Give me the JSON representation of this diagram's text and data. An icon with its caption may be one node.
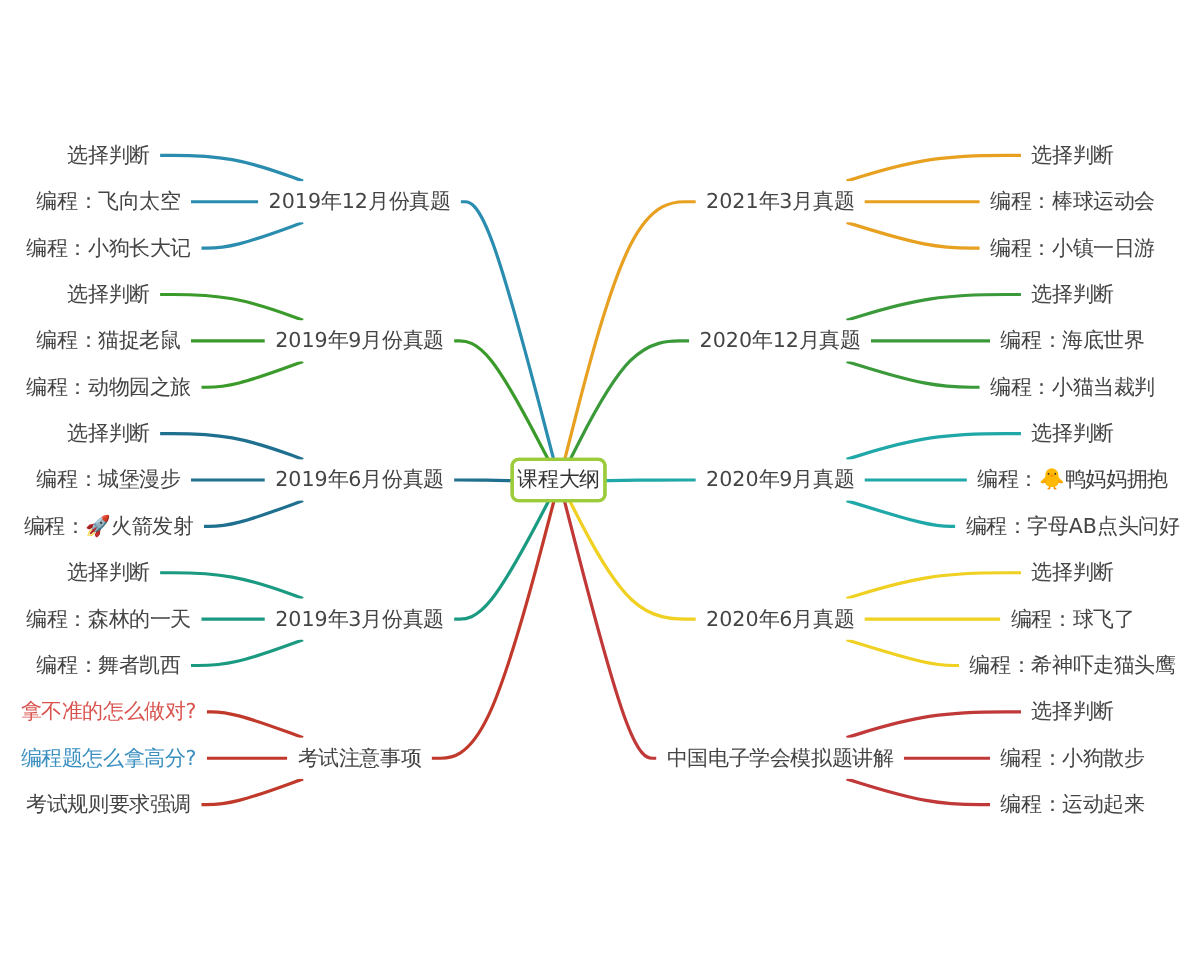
{
  "diagram": {
    "nodes": [
      {
        "text": [
          "课程大纲"
        ]
      },
      {
        "text": [
          "2019年12月份真题"
        ]
      },
      {
        "text": [
          "选择判断"
        ]
      },
      {
        "text": [
          "编程：飞向太空"
        ]
      },
      {
        "text": [
          "编程：小狗长大记"
        ]
      },
      {
        "text": [
          "2019年9月份真题"
        ]
      },
      {
        "text": [
          "选择判断"
        ]
      },
      {
        "text": [
          "编程：猫捉老鼠"
        ]
      },
      {
        "text": [
          "编程：动物园之旅"
        ]
      },
      {
        "text": [
          "2019年6月份真题"
        ]
      },
      {
        "text": [
          "选择判断"
        ]
      },
      {
        "text": [
          "编程：城堡漫步"
        ]
      },
      {
        "text": [
          "编程：🚀火箭发射"
        ]
      },
      {
        "text": [
          "2019年3月份真题"
        ]
      },
      {
        "text": [
          "选择判断"
        ]
      },
      {
        "text": [
          "编程：森林的一天"
        ]
      },
      {
        "text": [
          "编程：舞者凯西"
        ]
      },
      {
        "text": [
          "考试注意事项"
        ]
      },
      {
        "text": [
          "拿不准的怎么做对?"
        ]
      },
      {
        "text": [
          "编程题怎么拿高分?"
        ]
      },
      {
        "text": [
          "考试规则要求强调"
        ]
      },
      {
        "text": [
          "2021年3月真题"
        ]
      },
      {
        "text": [
          "选择判断"
        ]
      },
      {
        "text": [
          "编程：棒球运动会"
        ]
      },
      {
        "text": [
          "编程：小镇一日游"
        ]
      },
      {
        "text": [
          "2020年12月真题"
        ]
      },
      {
        "text": [
          "选择判断"
        ]
      },
      {
        "text": [
          "编程：海底世界"
        ]
      },
      {
        "text": [
          "编程：小猫当裁判"
        ]
      },
      {
        "text": [
          "2020年9月真题"
        ]
      },
      {
        "text": [
          "选择判断"
        ]
      },
      {
        "text": [
          "编程：🐥鸭妈妈拥抱"
        ]
      },
      {
        "text": [
          "编程：字母AB点头问好"
        ]
      },
      {
        "text": [
          "2020年6月真题"
        ]
      },
      {
        "text": [
          "选择判断"
        ]
      },
      {
        "text": [
          "编程：球飞了"
        ]
      },
      {
        "text": [
          "编程：希神吓走猫头鹰"
        ]
      },
      {
        "text": [
          "中国电子学会模拟题讲解"
        ]
      },
      {
        "text": [
          "选择判断"
        ]
      },
      {
        "text": [
          "编程：小狗散步"
        ]
      },
      {
        "text": [
          "编程：运动起来"
        ]
      }
    ],
    "edges": [
      {
        "from": 0,
        "to": 1,
        "arrow": "none",
        "color": "#2a8db0"
      },
      {
        "from": 1,
        "to": 2,
        "arrow": "none",
        "color": "#2a8db0"
      },
      {
        "from": 1,
        "to": 3,
        "arrow": "none",
        "color": "#2a8db0"
      },
      {
        "from": 1,
        "to": 4,
        "arrow": "none",
        "color": "#2a8db0"
      },
      {
        "from": 0,
        "to": 5,
        "arrow": "none",
        "color": "#3a9a2a"
      },
      {
        "from": 5,
        "to": 6,
        "arrow": "none",
        "color": "#3a9a2a"
      },
      {
        "from": 5,
        "to": 7,
        "arrow": "none",
        "color": "#3a9a2a"
      },
      {
        "from": 5,
        "to": 8,
        "arrow": "none",
        "color": "#3a9a2a"
      },
      {
        "from": 0,
        "to": 9,
        "arrow": "none",
        "color": "#1f6f8f"
      },
      {
        "from": 9,
        "to": 10,
        "arrow": "none",
        "color": "#1f6f8f"
      },
      {
        "from": 9,
        "to": 11,
        "arrow": "none",
        "color": "#1f6f8f"
      },
      {
        "from": 9,
        "to": 12,
        "arrow": "none",
        "color": "#1f6f8f"
      },
      {
        "from": 0,
        "to": 13,
        "arrow": "none",
        "color": "#1a9a80"
      },
      {
        "from": 13,
        "to": 14,
        "arrow": "none",
        "color": "#1a9a80"
      },
      {
        "from": 13,
        "to": 15,
        "arrow": "none",
        "color": "#1a9a80"
      },
      {
        "from": 13,
        "to": 16,
        "arrow": "none",
        "color": "#1a9a80"
      },
      {
        "from": 0,
        "to": 17,
        "arrow": "none",
        "color": "#c0392b"
      },
      {
        "from": 17,
        "to": 18,
        "arrow": "none",
        "color": "#c0392b"
      },
      {
        "from": 17,
        "to": 19,
        "arrow": "none",
        "color": "#c0392b"
      },
      {
        "from": 17,
        "to": 20,
        "arrow": "none",
        "color": "#c0392b"
      },
      {
        "from": 0,
        "to": 21,
        "arrow": "none",
        "color": "#e8a020"
      },
      {
        "from": 21,
        "to": 22,
        "arrow": "none",
        "color": "#e8a020"
      },
      {
        "from": 21,
        "to": 23,
        "arrow": "none",
        "color": "#e8a020"
      },
      {
        "from": 21,
        "to": 24,
        "arrow": "none",
        "color": "#e8a020"
      },
      {
        "from": 0,
        "to": 25,
        "arrow": "none",
        "color": "#3a9a3a"
      },
      {
        "from": 25,
        "to": 26,
        "arrow": "none",
        "color": "#3a9a3a"
      },
      {
        "from": 25,
        "to": 27,
        "arrow": "none",
        "color": "#3a9a3a"
      },
      {
        "from": 25,
        "to": 28,
        "arrow": "none",
        "color": "#3a9a3a"
      },
      {
        "from": 0,
        "to": 29,
        "arrow": "none",
        "color": "#20a8a8"
      },
      {
        "from": 29,
        "to": 30,
        "arrow": "none",
        "color": "#20a8a8"
      },
      {
        "from": 29,
        "to": 31,
        "arrow": "none",
        "color": "#20a8a8"
      },
      {
        "from": 29,
        "to": 32,
        "arrow": "none",
        "color": "#20a8a8"
      },
      {
        "from": 0,
        "to": 33,
        "arrow": "none",
        "color": "#f0d020"
      },
      {
        "from": 33,
        "to": 34,
        "arrow": "none",
        "color": "#f0d020"
      },
      {
        "from": 33,
        "to": 35,
        "arrow": "none",
        "color": "#f0d020"
      },
      {
        "from": 33,
        "to": 36,
        "arrow": "none",
        "color": "#f0d020"
      },
      {
        "from": 0,
        "to": 37,
        "arrow": "none",
        "color": "#c03838"
      },
      {
        "from": 37,
        "to": 38,
        "arrow": "none",
        "color": "#c03838"
      },
      {
        "from": 37,
        "to": 39,
        "arrow": "none",
        "color": "#c03838"
      },
      {
        "from": 37,
        "to": 40,
        "arrow": "none",
        "color": "#c03838"
      }
    ]
  }
}
